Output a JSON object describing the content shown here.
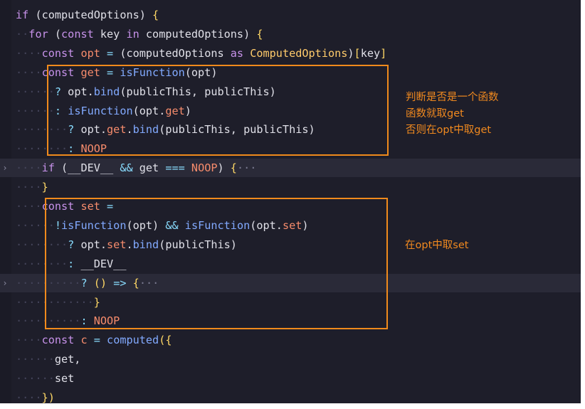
{
  "code_lines": [
    {
      "dots": "",
      "tokens": [
        [
          "k",
          "if"
        ],
        [
          "p",
          " ("
        ],
        [
          "p",
          "computedOptions"
        ],
        [
          "p",
          ") "
        ],
        [
          "y",
          "{"
        ]
      ]
    },
    {
      "dots": "··",
      "tokens": [
        [
          "k",
          "for"
        ],
        [
          "p",
          " ("
        ],
        [
          "k",
          "const"
        ],
        [
          "p",
          " key "
        ],
        [
          "k",
          "in"
        ],
        [
          "p",
          " computedOptions) "
        ],
        [
          "y",
          "{"
        ]
      ]
    },
    {
      "dots": "····",
      "tokens": [
        [
          "k",
          "const"
        ],
        [
          "p",
          " "
        ],
        [
          "c",
          "opt"
        ],
        [
          "o",
          " = "
        ],
        [
          "p",
          "(computedOptions "
        ],
        [
          "k",
          "as"
        ],
        [
          "p",
          " "
        ],
        [
          "t",
          "ComputedOptions"
        ],
        [
          "p",
          ")"
        ],
        [
          "y",
          "["
        ],
        [
          "p",
          "key"
        ],
        [
          "y",
          "]"
        ]
      ]
    },
    {
      "dots": "····",
      "tokens": [
        [
          "k",
          "const"
        ],
        [
          "p",
          " "
        ],
        [
          "c",
          "get"
        ],
        [
          "o",
          " = "
        ],
        [
          "f",
          "isFunction"
        ],
        [
          "p",
          "(opt)"
        ]
      ]
    },
    {
      "dots": "······",
      "tokens": [
        [
          "o",
          "?"
        ],
        [
          "p",
          " opt."
        ],
        [
          "f",
          "bind"
        ],
        [
          "p",
          "(publicThis, publicThis)"
        ]
      ]
    },
    {
      "dots": "······",
      "tokens": [
        [
          "o",
          ":"
        ],
        [
          "p",
          " "
        ],
        [
          "f",
          "isFunction"
        ],
        [
          "p",
          "(opt."
        ],
        [
          "c",
          "get"
        ],
        [
          "p",
          ")"
        ]
      ]
    },
    {
      "dots": "········",
      "tokens": [
        [
          "o",
          "?"
        ],
        [
          "p",
          " opt."
        ],
        [
          "c",
          "get"
        ],
        [
          "p",
          "."
        ],
        [
          "f",
          "bind"
        ],
        [
          "p",
          "(publicThis, publicThis)"
        ]
      ]
    },
    {
      "dots": "········",
      "tokens": [
        [
          "o",
          ":"
        ],
        [
          "p",
          " "
        ],
        [
          "c",
          "NOOP"
        ]
      ]
    },
    {
      "dots": "····",
      "fold": "›",
      "hl": true,
      "tokens": [
        [
          "k",
          "if"
        ],
        [
          "p",
          " (__DEV__ "
        ],
        [
          "o",
          "&&"
        ],
        [
          "p",
          " get "
        ],
        [
          "o",
          "==="
        ],
        [
          "p",
          " "
        ],
        [
          "c",
          "NOOP"
        ],
        [
          "p",
          ") "
        ],
        [
          "y",
          "{"
        ],
        [
          "d",
          "···"
        ]
      ]
    },
    {
      "dots": "····",
      "tokens": [
        [
          "y",
          "}"
        ]
      ]
    },
    {
      "dots": "····",
      "tokens": [
        [
          "k",
          "const"
        ],
        [
          "p",
          " "
        ],
        [
          "c",
          "set"
        ],
        [
          "o",
          " ="
        ]
      ]
    },
    {
      "dots": "······",
      "tokens": [
        [
          "o",
          "!"
        ],
        [
          "f",
          "isFunction"
        ],
        [
          "p",
          "(opt) "
        ],
        [
          "o",
          "&&"
        ],
        [
          "p",
          " "
        ],
        [
          "f",
          "isFunction"
        ],
        [
          "p",
          "(opt."
        ],
        [
          "c",
          "set"
        ],
        [
          "p",
          ")"
        ]
      ]
    },
    {
      "dots": "········",
      "tokens": [
        [
          "o",
          "?"
        ],
        [
          "p",
          " opt."
        ],
        [
          "c",
          "set"
        ],
        [
          "p",
          "."
        ],
        [
          "f",
          "bind"
        ],
        [
          "p",
          "(publicThis)"
        ]
      ]
    },
    {
      "dots": "········",
      "tokens": [
        [
          "o",
          ":"
        ],
        [
          "p",
          " __DEV__"
        ]
      ]
    },
    {
      "dots": "··········",
      "fold": "›",
      "hl": true,
      "tokens": [
        [
          "o",
          "?"
        ],
        [
          "p",
          " "
        ],
        [
          "y",
          "()"
        ],
        [
          "p",
          " "
        ],
        [
          "o",
          "=>"
        ],
        [
          "p",
          " "
        ],
        [
          "y",
          "{"
        ],
        [
          "d",
          "···"
        ]
      ]
    },
    {
      "dots": "············",
      "tokens": [
        [
          "y",
          "}"
        ]
      ]
    },
    {
      "dots": "··········",
      "tokens": [
        [
          "o",
          ":"
        ],
        [
          "p",
          " "
        ],
        [
          "c",
          "NOOP"
        ]
      ]
    },
    {
      "dots": "····",
      "tokens": [
        [
          "k",
          "const"
        ],
        [
          "p",
          " "
        ],
        [
          "c",
          "c"
        ],
        [
          "o",
          " = "
        ],
        [
          "f",
          "computed"
        ],
        [
          "y",
          "({"
        ]
      ]
    },
    {
      "dots": "······",
      "tokens": [
        [
          "p",
          "get,"
        ]
      ]
    },
    {
      "dots": "······",
      "tokens": [
        [
          "p",
          "set"
        ]
      ]
    },
    {
      "dots": "····",
      "tokens": [
        [
          "y",
          "})"
        ]
      ]
    }
  ],
  "annotations": {
    "note1": "判断是否是一个函数\n函数就取get\n否则在opt中取get",
    "note2": "在opt中取set"
  },
  "colors": {
    "background": "#1e1e2a",
    "annotation_orange": "#f08a1c"
  }
}
